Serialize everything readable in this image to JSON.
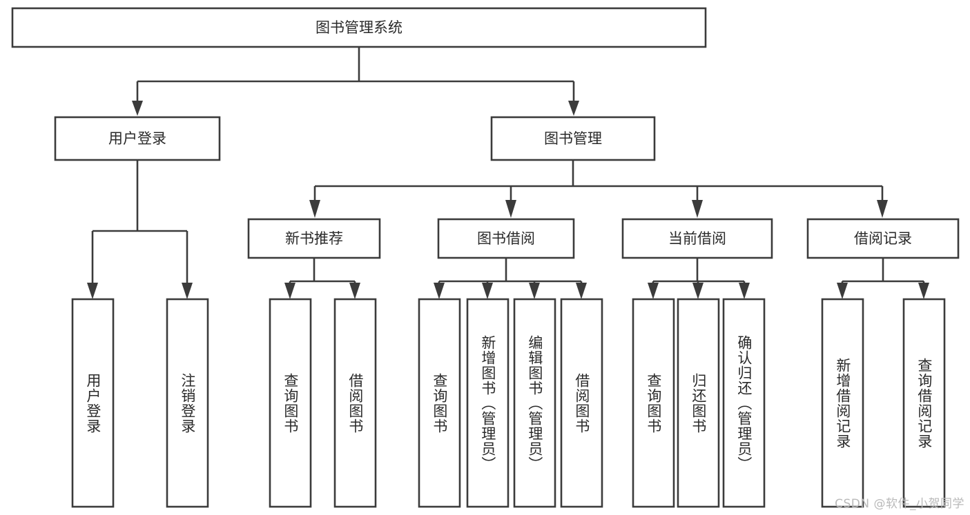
{
  "diagram": {
    "type": "tree-hierarchy",
    "title_node": {
      "label": "图书管理系统"
    },
    "level2": [
      {
        "id": "user-login",
        "label": "用户登录"
      },
      {
        "id": "book-manage",
        "label": "图书管理"
      }
    ],
    "level3": [
      {
        "id": "new-book-recommend",
        "label": "新书推荐",
        "parent": "book-manage"
      },
      {
        "id": "book-borrow",
        "label": "图书借阅",
        "parent": "book-manage"
      },
      {
        "id": "current-borrow",
        "label": "当前借阅",
        "parent": "book-manage"
      },
      {
        "id": "borrow-record",
        "label": "借阅记录",
        "parent": "book-manage"
      }
    ],
    "leaves": {
      "user_login": [
        {
          "id": "leaf-user-login",
          "label": "用户登录"
        },
        {
          "id": "leaf-logout",
          "label": "注销登录"
        }
      ],
      "new_book_recommend": [
        {
          "id": "leaf-query-book-1",
          "label": "查询图书"
        },
        {
          "id": "leaf-borrow-book-1",
          "label": "借阅图书"
        }
      ],
      "book_borrow": [
        {
          "id": "leaf-query-book-2",
          "label": "查询图书"
        },
        {
          "id": "leaf-add-book",
          "label": "新增图书（管理员）"
        },
        {
          "id": "leaf-edit-book",
          "label": "编辑图书（管理员）"
        },
        {
          "id": "leaf-borrow-book-2",
          "label": "借阅图书"
        }
      ],
      "current_borrow": [
        {
          "id": "leaf-query-book-3",
          "label": "查询图书"
        },
        {
          "id": "leaf-return-book",
          "label": "归还图书"
        },
        {
          "id": "leaf-confirm-return",
          "label": "确认归还（管理员）"
        }
      ],
      "borrow_record": [
        {
          "id": "leaf-add-record",
          "label": "新增借阅记录"
        },
        {
          "id": "leaf-query-record",
          "label": "查询借阅记录"
        }
      ]
    }
  },
  "watermark": {
    "text": "CSDN @软件_小贺同学"
  },
  "colors": {
    "background": "#ffffff",
    "box_fill": "#ffffff",
    "box_stroke": "#3b3b3b",
    "text": "#2a2a2a",
    "watermark": "#b9b9b9"
  }
}
